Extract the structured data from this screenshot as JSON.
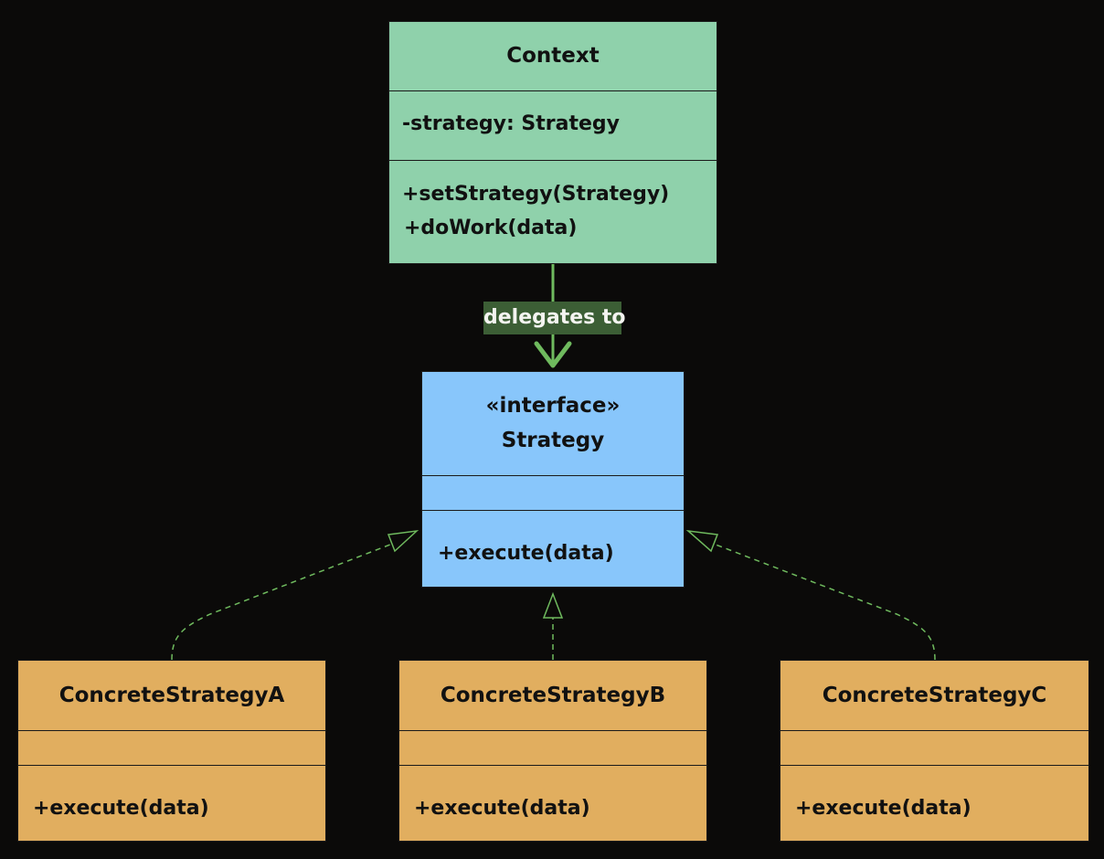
{
  "context": {
    "name": "Context",
    "attribute": "-strategy: Strategy",
    "methods": [
      "+setStrategy(Strategy)",
      "+doWork(data)"
    ]
  },
  "strategy": {
    "stereotype": "«interface»",
    "name": "Strategy",
    "method": "+execute(data)"
  },
  "concretes": [
    {
      "name": "ConcreteStrategyA",
      "method": "+execute(data)"
    },
    {
      "name": "ConcreteStrategyB",
      "method": "+execute(data)"
    },
    {
      "name": "ConcreteStrategyC",
      "method": "+execute(data)"
    }
  ],
  "edges": {
    "delegation_label": "delegates to"
  },
  "colors": {
    "background": "#0b0a09",
    "context_fill": "#8fd1ab",
    "interface_fill": "#88c6fb",
    "concrete_fill": "#e1ae5f",
    "edge_green": "#6fba5e",
    "label_fill": "#3c5e35"
  }
}
